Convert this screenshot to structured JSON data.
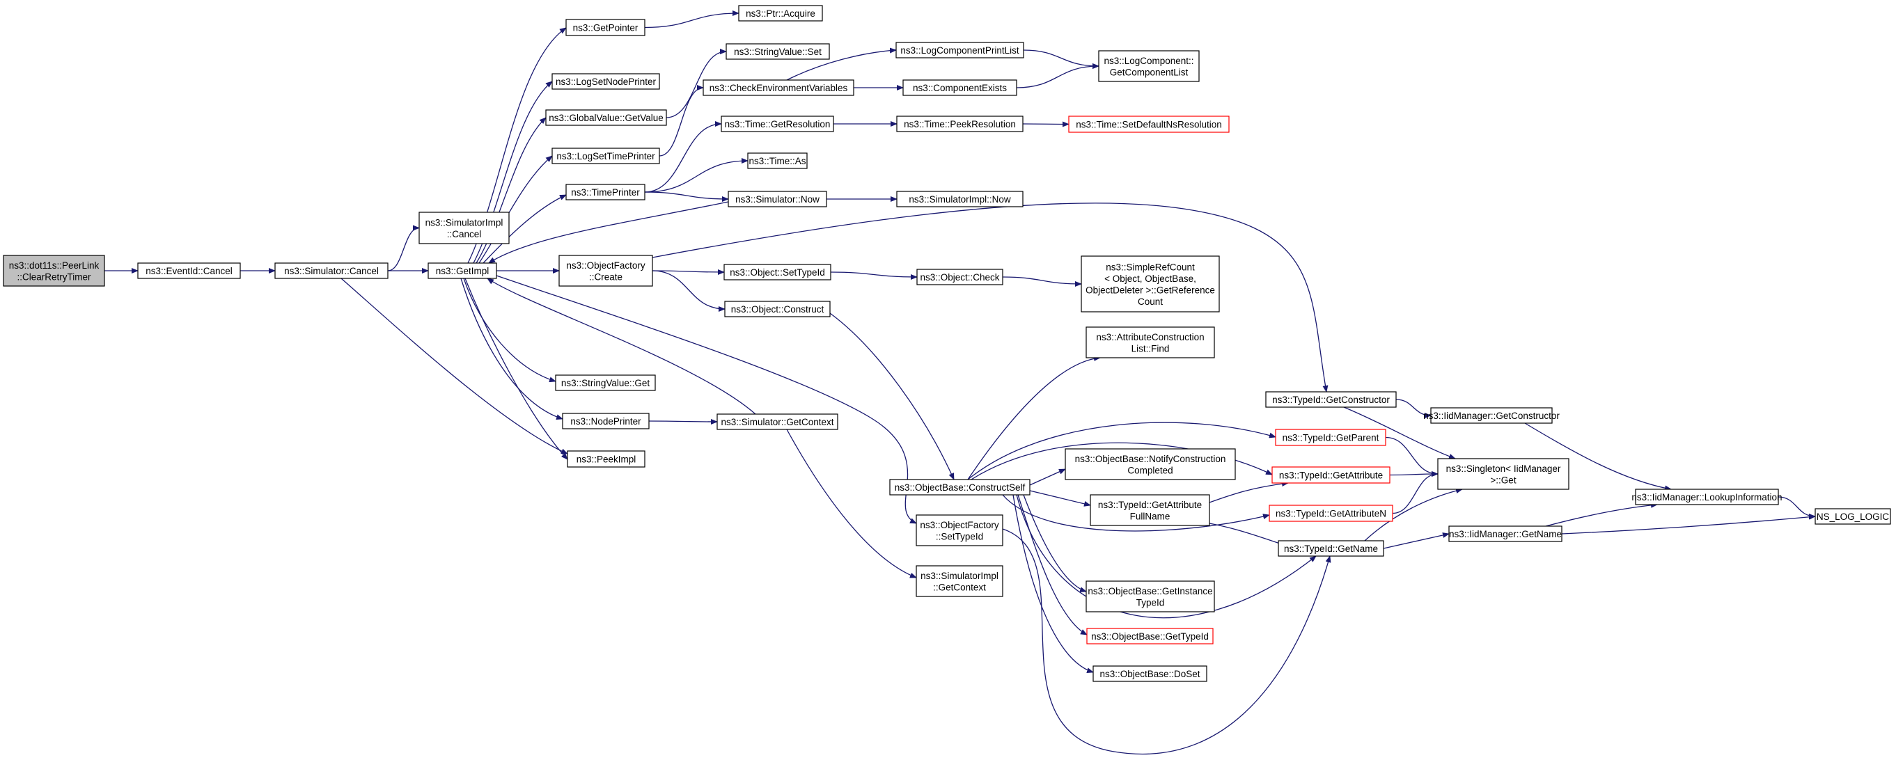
{
  "diagram": {
    "nodes": [
      {
        "id": "n0",
        "lines": [
          "ns3::dot11s::PeerLink",
          "::ClearRetryTimer"
        ],
        "style": "root"
      },
      {
        "id": "n1",
        "lines": [
          "ns3::EventId::Cancel"
        ]
      },
      {
        "id": "n2",
        "lines": [
          "ns3::Simulator::Cancel"
        ]
      },
      {
        "id": "n3",
        "lines": [
          "ns3::SimulatorImpl",
          "::Cancel"
        ]
      },
      {
        "id": "n4",
        "lines": [
          "ns3::GetImpl"
        ]
      },
      {
        "id": "n5",
        "lines": [
          "ns3::PeekImpl"
        ]
      },
      {
        "id": "n6",
        "lines": [
          "ns3::GetPointer"
        ]
      },
      {
        "id": "n7",
        "lines": [
          "ns3::Ptr::Acquire"
        ]
      },
      {
        "id": "n8",
        "lines": [
          "ns3::LogSetNodePrinter"
        ]
      },
      {
        "id": "n9",
        "lines": [
          "ns3::GlobalValue::GetValue"
        ]
      },
      {
        "id": "n10",
        "lines": [
          "ns3::LogSetTimePrinter"
        ]
      },
      {
        "id": "n11",
        "lines": [
          "ns3::TimePrinter"
        ]
      },
      {
        "id": "n12",
        "lines": [
          "ns3::ObjectFactory",
          "::Create"
        ]
      },
      {
        "id": "n13",
        "lines": [
          "ns3::StringValue::Get"
        ]
      },
      {
        "id": "n14",
        "lines": [
          "ns3::NodePrinter"
        ]
      },
      {
        "id": "n15",
        "lines": [
          "ns3::StringValue::Set"
        ]
      },
      {
        "id": "n16",
        "lines": [
          "ns3::CheckEnvironmentVariables"
        ]
      },
      {
        "id": "n17",
        "lines": [
          "ns3::Time::GetResolution"
        ]
      },
      {
        "id": "n18",
        "lines": [
          "ns3::Time::As"
        ]
      },
      {
        "id": "n19",
        "lines": [
          "ns3::Simulator::Now"
        ]
      },
      {
        "id": "n20",
        "lines": [
          "ns3::Object::SetTypeId"
        ]
      },
      {
        "id": "n21",
        "lines": [
          "ns3::Object::Construct"
        ]
      },
      {
        "id": "n22",
        "lines": [
          "ns3::Simulator::GetContext"
        ]
      },
      {
        "id": "n23",
        "lines": [
          "ns3::LogComponentPrintList"
        ]
      },
      {
        "id": "n24",
        "lines": [
          "ns3::ComponentExists"
        ]
      },
      {
        "id": "n25",
        "lines": [
          "ns3::LogComponent::",
          "GetComponentList"
        ]
      },
      {
        "id": "n26",
        "lines": [
          "ns3::Time::PeekResolution"
        ]
      },
      {
        "id": "n27",
        "lines": [
          "ns3::Time::SetDefaultNsResolution"
        ],
        "style": "red"
      },
      {
        "id": "n28",
        "lines": [
          "ns3::SimulatorImpl::Now"
        ]
      },
      {
        "id": "n29",
        "lines": [
          "ns3::Object::Check"
        ]
      },
      {
        "id": "n30",
        "lines": [
          "ns3::SimpleRefCount",
          "< Object, ObjectBase,",
          "ObjectDeleter >::GetReference",
          "Count"
        ]
      },
      {
        "id": "n31",
        "lines": [
          "ns3::ObjectBase::ConstructSelf"
        ]
      },
      {
        "id": "n32",
        "lines": [
          "ns3::ObjectFactory",
          "::SetTypeId"
        ]
      },
      {
        "id": "n33",
        "lines": [
          "ns3::SimulatorImpl",
          "::GetContext"
        ]
      },
      {
        "id": "n34",
        "lines": [
          "ns3::AttributeConstruction",
          "List::Find"
        ]
      },
      {
        "id": "n35",
        "lines": [
          "ns3::ObjectBase::NotifyConstruction",
          "Completed"
        ]
      },
      {
        "id": "n36",
        "lines": [
          "ns3::TypeId::GetAttribute",
          "FullName"
        ]
      },
      {
        "id": "n37",
        "lines": [
          "ns3::ObjectBase::GetInstance",
          "TypeId"
        ]
      },
      {
        "id": "n38",
        "lines": [
          "ns3::ObjectBase::GetTypeId"
        ],
        "style": "red"
      },
      {
        "id": "n39",
        "lines": [
          "ns3::ObjectBase::DoSet"
        ]
      },
      {
        "id": "n40",
        "lines": [
          "ns3::TypeId::GetConstructor"
        ]
      },
      {
        "id": "n41",
        "lines": [
          "ns3::TypeId::GetParent"
        ],
        "style": "red"
      },
      {
        "id": "n42",
        "lines": [
          "ns3::TypeId::GetAttribute"
        ],
        "style": "red"
      },
      {
        "id": "n43",
        "lines": [
          "ns3::TypeId::GetAttributeN"
        ],
        "style": "red"
      },
      {
        "id": "n44",
        "lines": [
          "ns3::TypeId::GetName"
        ]
      },
      {
        "id": "n45",
        "lines": [
          "ns3::IidManager::GetConstructor"
        ]
      },
      {
        "id": "n46",
        "lines": [
          "ns3::Singleton< IidManager",
          "  >::Get"
        ]
      },
      {
        "id": "n47",
        "lines": [
          "ns3::IidManager::GetName"
        ]
      },
      {
        "id": "n48",
        "lines": [
          "ns3::IidManager::LookupInformation"
        ]
      },
      {
        "id": "n49",
        "lines": [
          "NS_LOG_LOGIC"
        ]
      }
    ],
    "edges": [
      [
        "n0",
        "n1"
      ],
      [
        "n1",
        "n2"
      ],
      [
        "n2",
        "n3"
      ],
      [
        "n2",
        "n4"
      ],
      [
        "n2",
        "n5"
      ],
      [
        "n4",
        "n6"
      ],
      [
        "n4",
        "n8"
      ],
      [
        "n4",
        "n9"
      ],
      [
        "n4",
        "n10"
      ],
      [
        "n4",
        "n11"
      ],
      [
        "n4",
        "n12"
      ],
      [
        "n4",
        "n13"
      ],
      [
        "n4",
        "n14"
      ],
      [
        "n4",
        "n5"
      ],
      [
        "n4",
        "n32"
      ],
      [
        "n6",
        "n7"
      ],
      [
        "n9",
        "n15"
      ],
      [
        "n10",
        "n16"
      ],
      [
        "n16",
        "n23"
      ],
      [
        "n16",
        "n24"
      ],
      [
        "n23",
        "n25"
      ],
      [
        "n24",
        "n25"
      ],
      [
        "n11",
        "n17"
      ],
      [
        "n11",
        "n18"
      ],
      [
        "n11",
        "n19"
      ],
      [
        "n17",
        "n26"
      ],
      [
        "n26",
        "n27"
      ],
      [
        "n19",
        "n4"
      ],
      [
        "n19",
        "n28"
      ],
      [
        "n12",
        "n20"
      ],
      [
        "n12",
        "n21"
      ],
      [
        "n12",
        "n40"
      ],
      [
        "n20",
        "n29"
      ],
      [
        "n29",
        "n30"
      ],
      [
        "n21",
        "n31"
      ],
      [
        "n14",
        "n22"
      ],
      [
        "n22",
        "n4"
      ],
      [
        "n22",
        "n33"
      ],
      [
        "n31",
        "n34"
      ],
      [
        "n31",
        "n41"
      ],
      [
        "n31",
        "n42"
      ],
      [
        "n31",
        "n35"
      ],
      [
        "n31",
        "n36"
      ],
      [
        "n31",
        "n43"
      ],
      [
        "n31",
        "n44"
      ],
      [
        "n31",
        "n37"
      ],
      [
        "n31",
        "n38"
      ],
      [
        "n31",
        "n39"
      ],
      [
        "n32",
        "n44"
      ],
      [
        "n36",
        "n42"
      ],
      [
        "n36",
        "n44"
      ],
      [
        "n40",
        "n45"
      ],
      [
        "n40",
        "n46"
      ],
      [
        "n41",
        "n46"
      ],
      [
        "n42",
        "n46"
      ],
      [
        "n43",
        "n46"
      ],
      [
        "n44",
        "n46"
      ],
      [
        "n44",
        "n47"
      ],
      [
        "n45",
        "n48"
      ],
      [
        "n47",
        "n48"
      ],
      [
        "n47",
        "n49"
      ],
      [
        "n48",
        "n49"
      ]
    ]
  }
}
